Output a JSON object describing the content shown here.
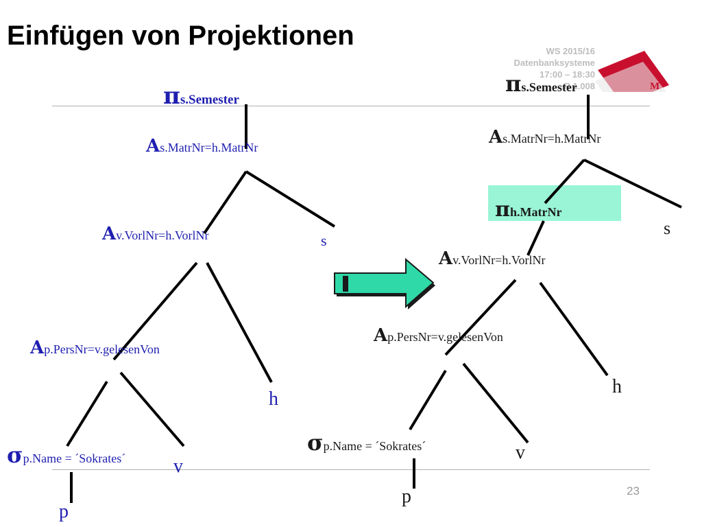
{
  "slide": {
    "title": "Einfügen von Projektionen",
    "meta": {
      "line1": "WS 2015/16",
      "line2": "Datenbanksysteme",
      "line3": "17:00 – 18:30",
      "line4": "R 1.008"
    },
    "logo_letter": "M",
    "page_number": "23"
  },
  "left_tree": {
    "proj_symbol": "π",
    "proj_sub": "s.Semester",
    "join1_symbol": "A",
    "join1_sub": "s.MatrNr=h.MatrNr",
    "join2_symbol": "A",
    "join2_sub": "v.VorlNr=h.VorlNr",
    "leaf_s": "s",
    "join3_symbol": "A",
    "join3_sub": "p.PersNr=v.gelesenVon",
    "leaf_h": "h",
    "sel_symbol": "σ",
    "sel_sub": "p.Name = ´Sokrates´",
    "leaf_v": "v",
    "leaf_p": "p"
  },
  "right_tree": {
    "proj_symbol": "π",
    "proj_sub": "s.Semester",
    "join1_symbol": "A",
    "join1_sub": "s.MatrNr=h.MatrNr",
    "proj2_symbol": "π",
    "proj2_sub": "h.MatrNr",
    "leaf_s": "s",
    "join2_symbol": "A",
    "join2_sub": "v.VorlNr=h.VorlNr",
    "join3_symbol": "A",
    "join3_sub": "p.PersNr=v.gelesenVon",
    "leaf_h": "h",
    "sel_symbol": "σ",
    "sel_sub": "p.Name = ´Sokrates´",
    "leaf_v": "v",
    "leaf_p": "p"
  },
  "colors": {
    "left_text": "#1f1fb0",
    "right_text": "#1a1a1a",
    "highlight": "#99f5d6",
    "arrow_fill": "#2fd9a8",
    "logo_red": "#c8102e"
  }
}
